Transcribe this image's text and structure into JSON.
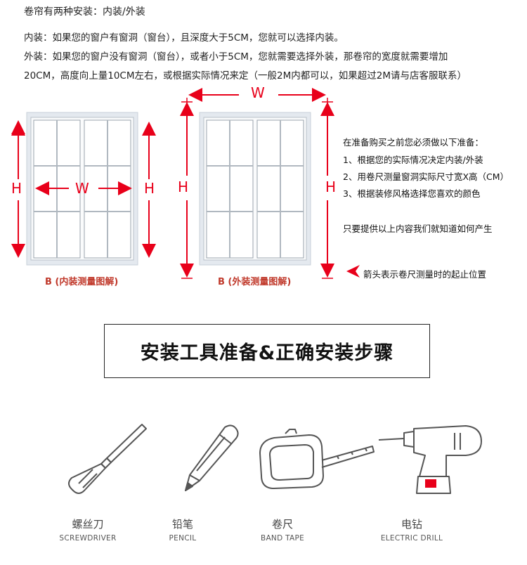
{
  "header": "卷帘有两种安装：内装/外装",
  "lines": [
    "内装：如果您的窗户有窗洞（窗台），且深度大于5CM，您就可以选择内装。",
    "外装：如果您的窗户没有窗洞（窗台），或者小于5CM，您就需要选择外装，那卷帘的宽度就需要增加",
    "20CM，高度向上量10CM左右，或根据实际情况来定（一般2M内都可以，如果超过2M请与店客服联系）"
  ],
  "diagrams": {
    "inside_label": "B (内装测量图解)",
    "outside_label": "B (外装测量图解)",
    "H": "H",
    "W": "W"
  },
  "notes": {
    "title": "在准备购买之前您必须做以下准备：",
    "items": [
      "1、根据您的实际情况决定内装/外装",
      "2、用卷尺测量窗洞实际尺寸宽X高（CM）",
      "3、根据装修风格选择您喜欢的颜色"
    ],
    "footer": "只要提供以上内容我们就知道如何产生",
    "arrow_note": "箭头表示卷尺测量时的起止位置"
  },
  "section_title": "安装工具准备&正确安装步骤",
  "tools": [
    {
      "cn": "螺丝刀",
      "en": "SCREWDRIVER",
      "icon": "screwdriver-icon"
    },
    {
      "cn": "铅笔",
      "en": "PENCIL",
      "icon": "pencil-icon"
    },
    {
      "cn": "卷尺",
      "en": "BAND TAPE",
      "icon": "tape-measure-icon"
    },
    {
      "cn": "电钻",
      "en": "ELECTRIC DRILL",
      "icon": "drill-icon"
    }
  ],
  "colors": {
    "accent": "#e8001a",
    "label": "#c0392b",
    "frame": "#dfe4ea"
  }
}
